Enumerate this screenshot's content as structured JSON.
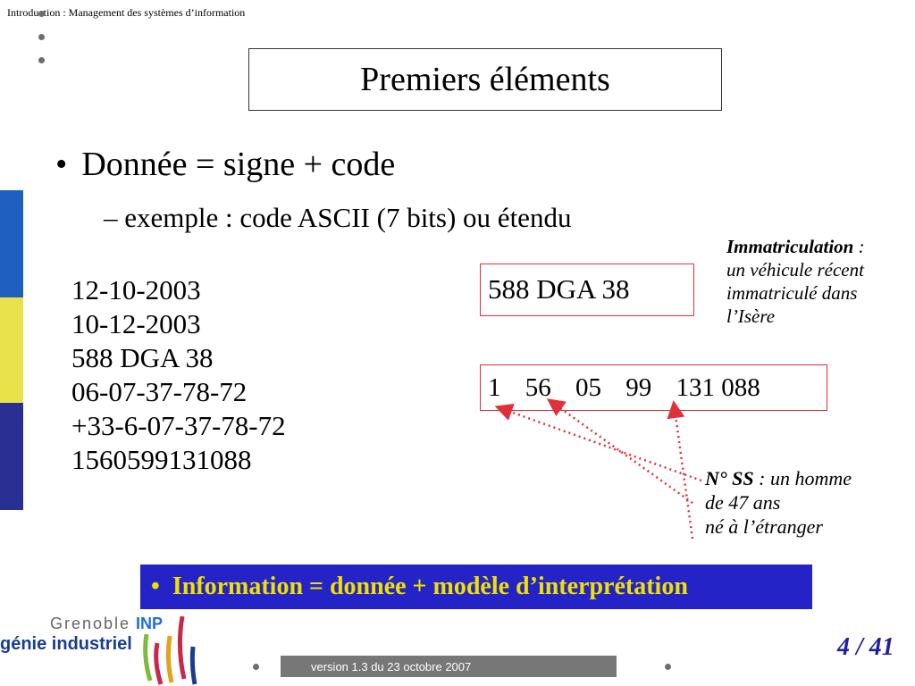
{
  "header": {
    "text": "Introduction : Management des systèmes d’information"
  },
  "title": "Premiers éléments",
  "bullets": {
    "main": {
      "symbol": "•",
      "text": "Donnée = signe + code"
    },
    "sub": {
      "text": "– exemple : code ASCII (7 bits) ou étendu"
    }
  },
  "data_list": [
    "12-10-2003",
    "10-12-2003",
    "588 DGA 38",
    "06-07-37-78-72",
    "+33-6-07-37-78-72",
    "1560599131088"
  ],
  "plate_box": {
    "text": "588 DGA 38"
  },
  "ss_box": {
    "parts": [
      "1",
      "56",
      "05",
      "99",
      "131 088"
    ]
  },
  "immatriculation_note": {
    "label": "Immatriculation",
    "colon": " :",
    "lines": [
      "un véhicule récent",
      "immatriculé dans",
      "l’Isère"
    ]
  },
  "ss_note": {
    "label": "N° SS",
    "colon": " : un homme",
    "lines": [
      "de 47 ans",
      "né à l’étranger"
    ]
  },
  "info_banner": {
    "symbol": "•",
    "text": "Information = donnée + modèle d’interprétation"
  },
  "footer": {
    "version": "version 1.3 du 23 octobre 2007",
    "page": "4 / 41"
  },
  "logo": {
    "line1": "Grenoble",
    "inp": "INP",
    "line2": "génie industriel"
  },
  "colors": {
    "blue": "#1f5fbf",
    "yellow": "#e9e24a",
    "navy": "#2a2f94",
    "banner_bg": "#2323c8",
    "banner_text": "#f0e000",
    "red": "#e0303a",
    "page_num": "#1f1fa0"
  }
}
